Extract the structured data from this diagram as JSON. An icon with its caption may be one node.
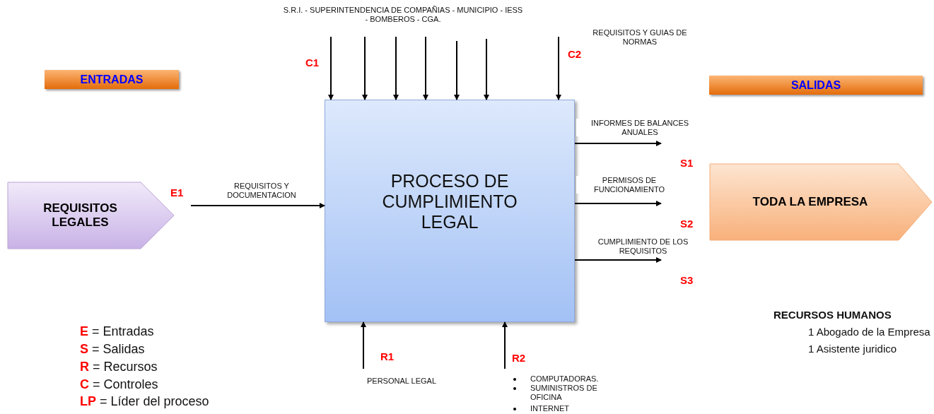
{
  "diagram": {
    "nodes": [
      {
        "text": [
          "ENTRADAS"
        ]
      },
      {
        "text": [
          "SALIDAS"
        ]
      },
      {
        "text": [
          "REQUISITOS LEGALES"
        ]
      },
      {
        "text": [
          "PROCESO DE CUMPLIMIENTO LEGAL"
        ]
      },
      {
        "text": [
          "TODA LA EMPRESA"
        ]
      }
    ],
    "edges": [
      {
        "from": null,
        "to": 3,
        "arrow": "to"
      },
      {
        "from": null,
        "to": 3,
        "arrow": "to"
      },
      {
        "from": null,
        "to": 3,
        "arrow": "to"
      },
      {
        "from": null,
        "to": 3,
        "arrow": "to"
      },
      {
        "from": null,
        "to": 3,
        "arrow": "to"
      },
      {
        "from": null,
        "to": 3,
        "arrow": "to"
      },
      {
        "from": null,
        "to": 3,
        "arrow": "to"
      },
      {
        "from": null,
        "to": 3,
        "arrow": "to",
        "label": "REQUISITOS Y DOCUMENTACION"
      },
      {
        "from": 3,
        "to": null,
        "arrow": "to",
        "label": "INFORMES DE BALANCES ANUALES"
      },
      {
        "from": 3,
        "to": null,
        "arrow": "to",
        "label": "PERMISOS DE FUNCIONAMIENTO"
      },
      {
        "from": 3,
        "to": null,
        "arrow": "to",
        "label": "CUMPLIMIENTO DE LOS REQUISITOS"
      },
      {
        "from": null,
        "to": 3,
        "arrow": "to"
      },
      {
        "from": null,
        "to": 3,
        "arrow": "to"
      }
    ],
    "labels": [
      "S.R.I. - SUPERINTENDENCIA DE COMPAÑIAS - MUNICIPIO - IESS - BOMBEROS - CGA.",
      "REQUISITOS Y GUIAS DE NORMAS",
      "C1",
      "C2",
      "E1",
      "S1",
      "S2",
      "S3",
      "R1",
      "R2",
      "PERSONAL LEGAL",
      "COMPUTADORAS.",
      "SUMINISTROS DE OFICINA",
      "INTERNET",
      "RECURSOS HUMANOS",
      "1 Abogado de la Empresa",
      "1 Asistente juridico",
      "**E** = Entradas",
      "**S** = Salidas",
      "**R** = Recursos",
      "**C** = Controles",
      "**LP** = Líder del proceso"
    ]
  }
}
